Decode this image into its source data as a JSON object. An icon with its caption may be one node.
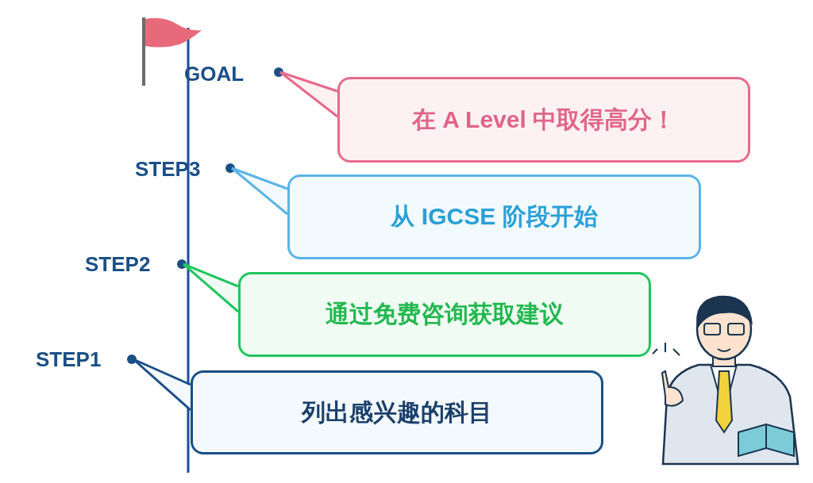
{
  "diagram": {
    "nodes": [
      {
        "text": [],
        "shape": "circle",
        "beside": [
          "GOAL"
        ]
      },
      {
        "text": [
          "在 A Level 中取得高分！"
        ]
      },
      {
        "text": [],
        "shape": "circle",
        "beside": [
          "STEP3"
        ]
      },
      {
        "text": [
          "从 IGCSE 阶段开始"
        ]
      },
      {
        "text": [],
        "shape": "circle",
        "beside": [
          "STEP2"
        ]
      },
      {
        "text": [
          "通过免费咨询获取建议"
        ]
      },
      {
        "text": [],
        "shape": "circle",
        "beside": [
          "STEP1"
        ]
      },
      {
        "text": [
          "列出感兴趣的科目"
        ]
      }
    ],
    "edges": [
      {
        "from": 1,
        "to": 0,
        "arrow": "none",
        "color": "#e8698c"
      },
      {
        "from": 3,
        "to": 2,
        "arrow": "none",
        "color": "#5ab4e6"
      },
      {
        "from": 5,
        "to": 4,
        "arrow": "none",
        "color": "#22c55e"
      },
      {
        "from": 7,
        "to": 6,
        "arrow": "none",
        "color": "#1b4f86"
      }
    ]
  }
}
